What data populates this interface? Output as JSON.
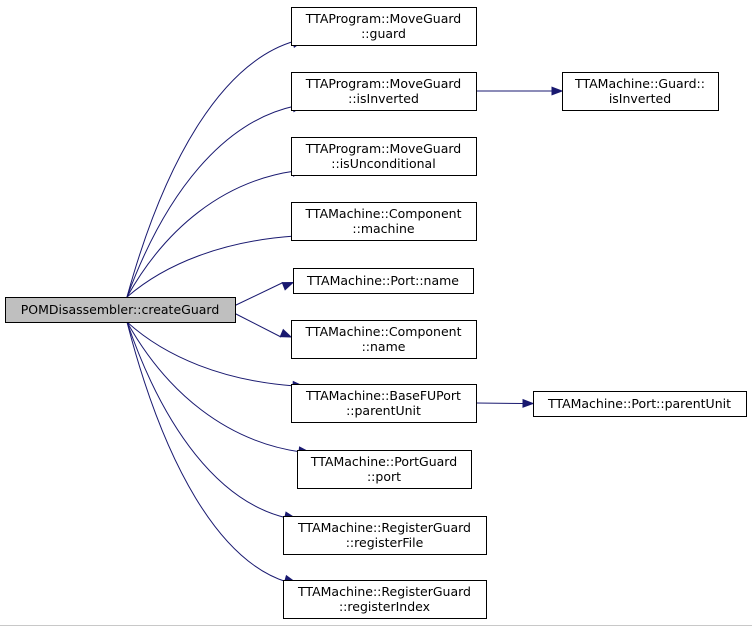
{
  "root": {
    "id": "root",
    "lines": [
      "POMDisassembler::createGuard"
    ]
  },
  "callees": [
    {
      "id": "n1",
      "lines": [
        "TTAProgram::MoveGuard",
        "::guard"
      ]
    },
    {
      "id": "n2",
      "lines": [
        "TTAProgram::MoveGuard",
        "::isInverted"
      ]
    },
    {
      "id": "n3",
      "lines": [
        "TTAMachine::Guard::",
        "isInverted"
      ]
    },
    {
      "id": "n4",
      "lines": [
        "TTAProgram::MoveGuard",
        "::isUnconditional"
      ]
    },
    {
      "id": "n5",
      "lines": [
        "TTAMachine::Component",
        "::machine"
      ]
    },
    {
      "id": "n6",
      "lines": [
        "TTAMachine::Port::name"
      ]
    },
    {
      "id": "n7",
      "lines": [
        "TTAMachine::Component",
        "::name"
      ]
    },
    {
      "id": "n8",
      "lines": [
        "TTAMachine::BaseFUPort",
        "::parentUnit"
      ]
    },
    {
      "id": "n9",
      "lines": [
        "TTAMachine::Port::parentUnit"
      ]
    },
    {
      "id": "n10",
      "lines": [
        "TTAMachine::PortGuard",
        "::port"
      ]
    },
    {
      "id": "n11",
      "lines": [
        "TTAMachine::RegisterGuard",
        "::registerFile"
      ]
    },
    {
      "id": "n12",
      "lines": [
        "TTAMachine::RegisterGuard",
        "::registerIndex"
      ]
    }
  ],
  "edges": [
    [
      "root",
      "n1"
    ],
    [
      "root",
      "n2"
    ],
    [
      "n2",
      "n3"
    ],
    [
      "root",
      "n4"
    ],
    [
      "root",
      "n5"
    ],
    [
      "root",
      "n6"
    ],
    [
      "root",
      "n7"
    ],
    [
      "root",
      "n8"
    ],
    [
      "n8",
      "n9"
    ],
    [
      "root",
      "n10"
    ],
    [
      "root",
      "n11"
    ],
    [
      "root",
      "n12"
    ]
  ],
  "colors": {
    "edge": "#191970",
    "root_fill": "#bfbfbf",
    "node_fill": "#ffffff",
    "border": "#000000"
  }
}
